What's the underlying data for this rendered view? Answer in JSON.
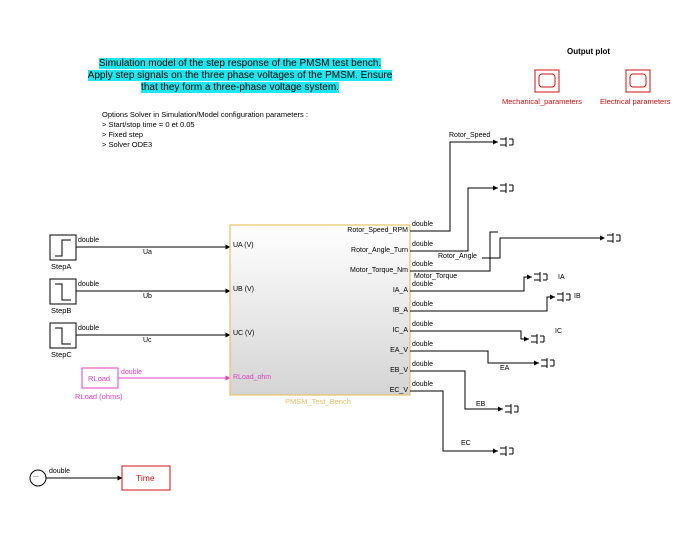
{
  "header": {
    "lines": [
      "Simulation model of the step response of the PMSM test bench.",
      "Apply step signals on the three phase voltages of the PMSM. Ensure",
      "that they form a three-phase voltage system."
    ]
  },
  "options": {
    "title": "Options Solver in Simulation/Model configuration parameters :",
    "items": [
      ">  Start/stop time = 0 et 0.05",
      ">  Fixed step",
      ">  Solver ODE3"
    ]
  },
  "output_plot": {
    "title": "Output plot",
    "scopes": [
      "Mechanical_parameters",
      "Electrical parameters"
    ]
  },
  "steps": [
    {
      "name": "StepA",
      "signal": "Ua",
      "dtype": "double"
    },
    {
      "name": "StepB",
      "signal": "Ub",
      "dtype": "double"
    },
    {
      "name": "StepC",
      "signal": "Uc",
      "dtype": "double"
    }
  ],
  "rload": {
    "block": "RLoad",
    "caption": "RLoad (ohms)",
    "dtype": "double"
  },
  "subsystem": {
    "name": "PMSM_Test_Bench",
    "inports": [
      "UA (V)",
      "UB (V)",
      "UC (V)",
      "RLoad_ohm"
    ],
    "outports": [
      "Rotor_Speed_RPM",
      "Rotor_Angle_Turn",
      "Motor_Torque_Nm",
      "IA_A",
      "IB_A",
      "IC_A",
      "EA_V",
      "EB_V",
      "EC_V"
    ]
  },
  "output_signals": [
    "Rotor_Speed",
    "Rotor_Angle",
    "Motor_Torque",
    "IA",
    "IB",
    "IC",
    "EA",
    "EB",
    "EC"
  ],
  "dtype": "double",
  "clock": {
    "symbol": "...",
    "dtype": "double"
  },
  "time_block": "Time",
  "colors": {
    "pink": "#e040c0",
    "red": "#d01010",
    "highlight": "#1ee6ee",
    "gold": "#e8c068"
  }
}
